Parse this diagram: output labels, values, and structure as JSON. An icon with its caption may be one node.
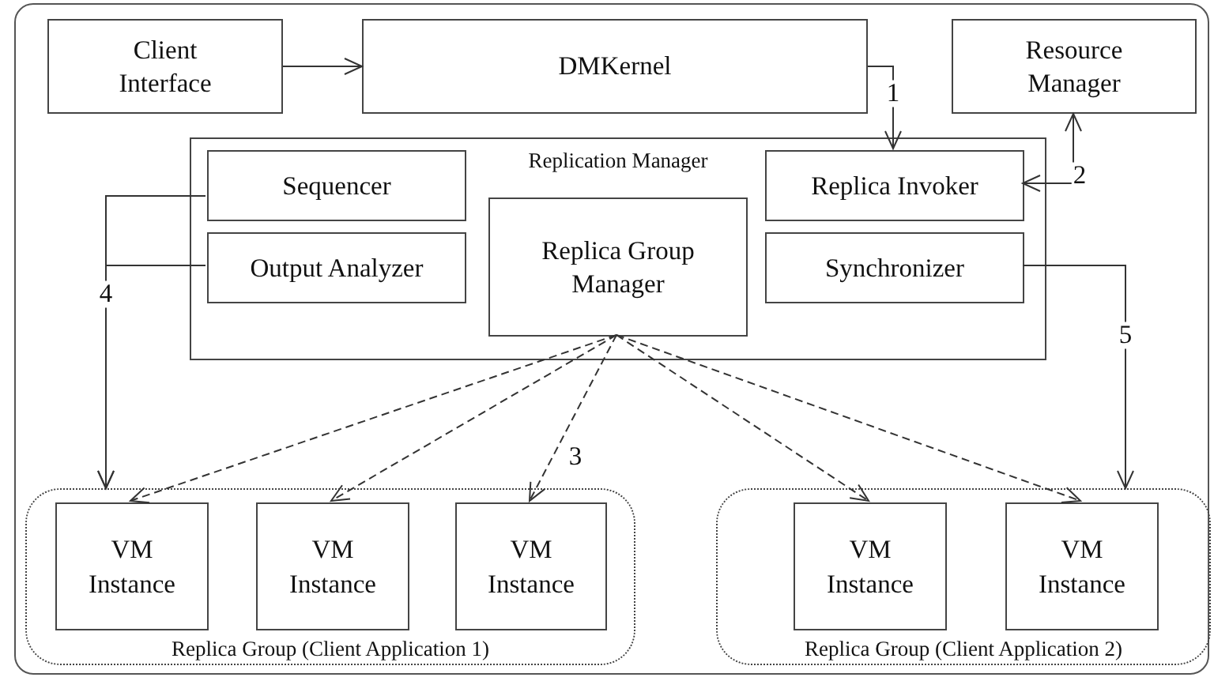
{
  "diagram": {
    "nodes": [
      {
        "text": [
          "Client Interface"
        ]
      },
      {
        "text": [
          "DMKernel"
        ]
      },
      {
        "text": [
          "Resource Manager"
        ]
      },
      {
        "text": [
          "Replication Manager"
        ]
      },
      {
        "text": [
          "Sequencer"
        ],
        "in": 3
      },
      {
        "text": [
          "Output Analyzer"
        ],
        "in": 3
      },
      {
        "text": [
          "Replica Group Manager"
        ],
        "in": 3
      },
      {
        "text": [
          "Replica Invoker"
        ],
        "in": 3
      },
      {
        "text": [
          "Synchronizer"
        ],
        "in": 3
      },
      {
        "text": [
          "Replica Group (Client Application 1)"
        ]
      },
      {
        "text": [
          "VM Instance"
        ],
        "in": 9
      },
      {
        "text": [
          "VM Instance"
        ],
        "in": 9
      },
      {
        "text": [
          "VM Instance"
        ],
        "in": 9
      },
      {
        "text": [
          "Replica Group (Client Application 2)"
        ]
      },
      {
        "text": [
          "VM Instance"
        ],
        "in": 13
      },
      {
        "text": [
          "VM Instance"
        ],
        "in": 13
      }
    ],
    "edges": [
      {
        "from": 0,
        "to": 1,
        "arrow": "to"
      },
      {
        "from": 1,
        "to": 7,
        "arrow": "to",
        "label": "1"
      },
      {
        "from": 7,
        "to": 2,
        "arrow": "both",
        "label": "2"
      },
      {
        "from": 4,
        "to": 9,
        "arrow": "to",
        "label": "4"
      },
      {
        "from": 5,
        "to": 9,
        "arrow": "to"
      },
      {
        "from": 8,
        "to": 13,
        "arrow": "to",
        "label": "5"
      },
      {
        "from": 6,
        "to": 10,
        "arrow": "to",
        "style": "dashed"
      },
      {
        "from": 6,
        "to": 11,
        "arrow": "to",
        "style": "dashed"
      },
      {
        "from": 6,
        "to": 12,
        "arrow": "to",
        "style": "dashed",
        "label": "3"
      },
      {
        "from": 6,
        "to": 14,
        "arrow": "to",
        "style": "dashed"
      },
      {
        "from": 6,
        "to": 15,
        "arrow": "to",
        "style": "dashed"
      }
    ]
  }
}
